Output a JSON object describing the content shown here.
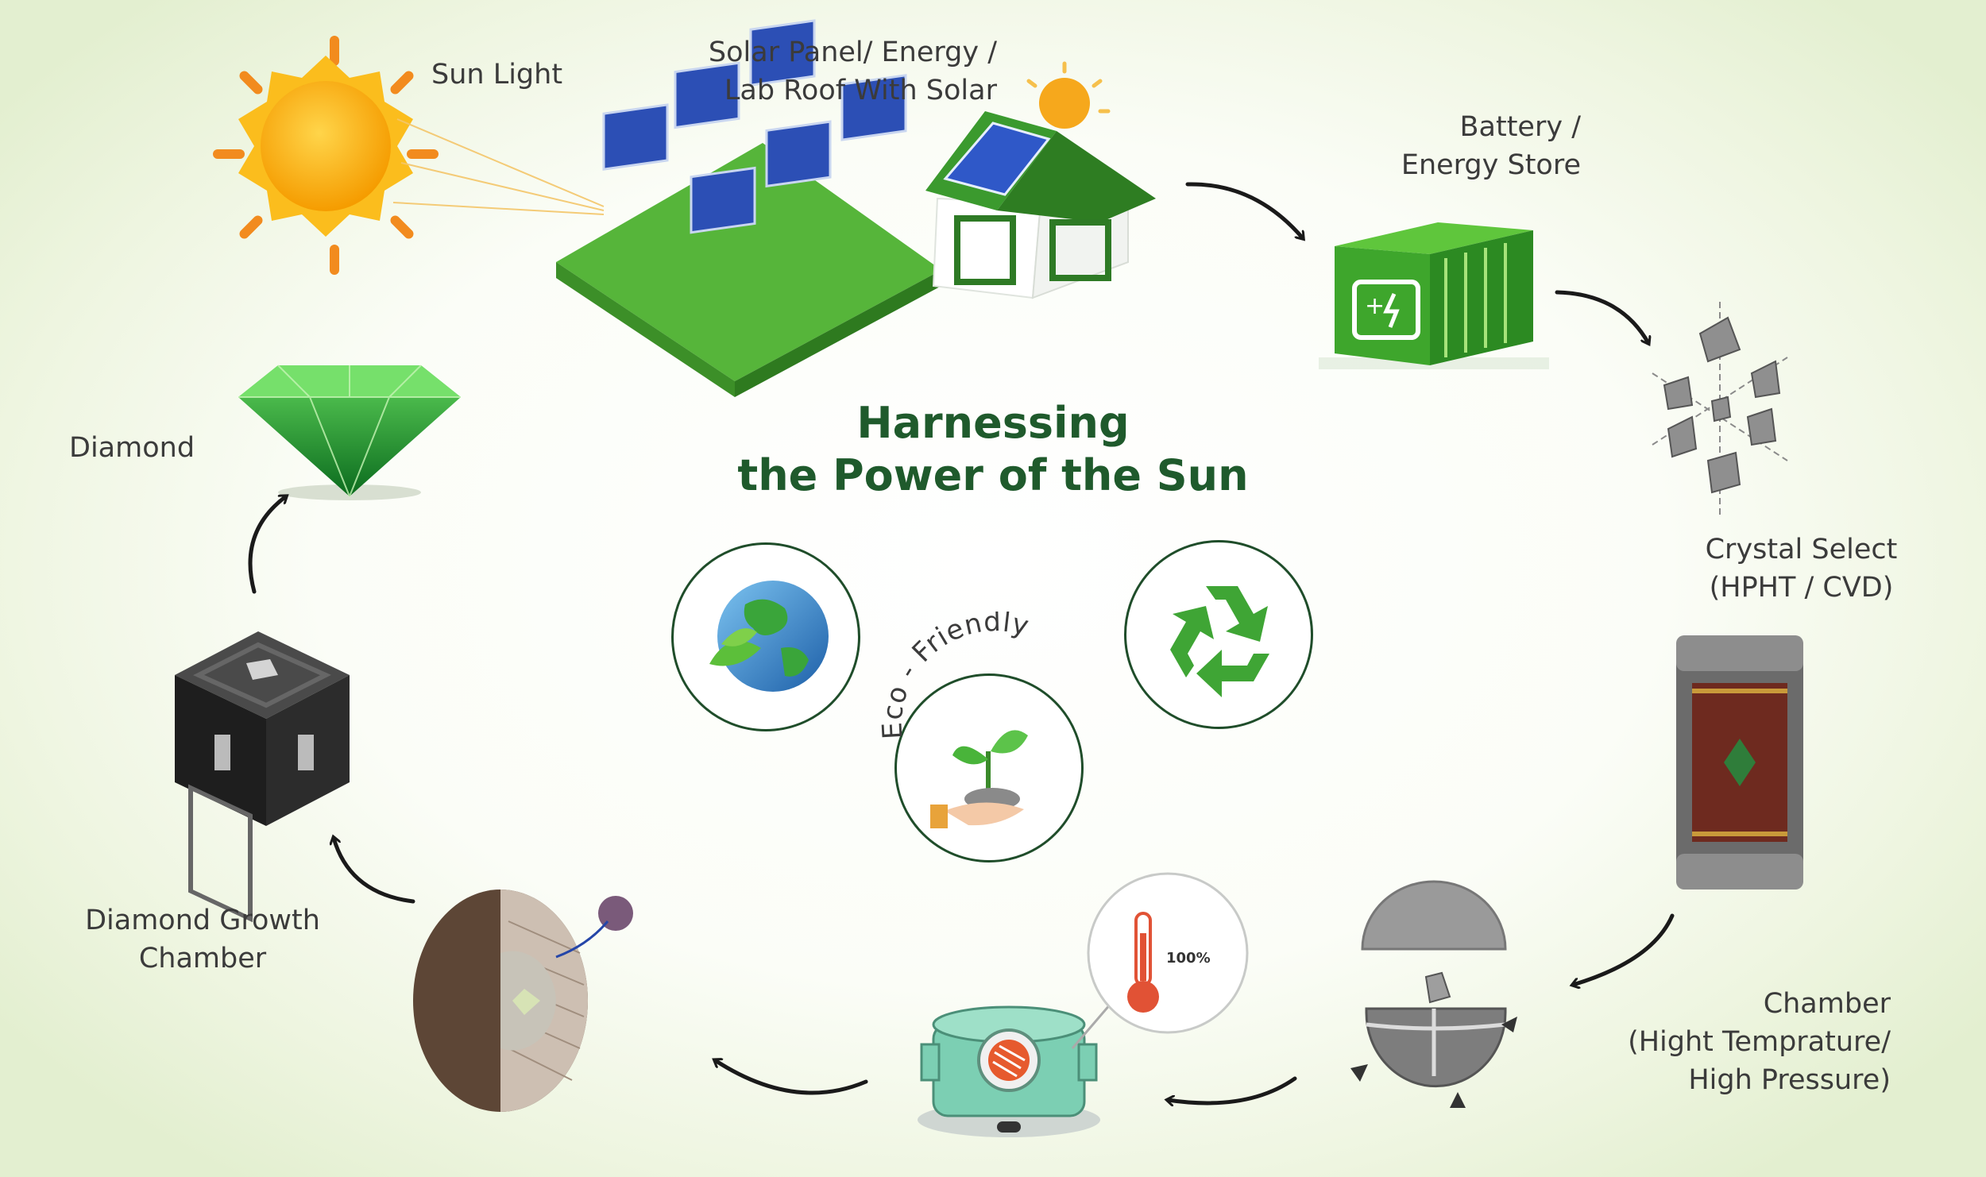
{
  "title": {
    "line1": "Harnessing",
    "line2": "the Power of the Sun"
  },
  "steps": [
    {
      "id": "sun",
      "icon": "sun-icon",
      "lines": [
        "Sun Light"
      ]
    },
    {
      "id": "solar",
      "icon": "solar-farm-house-icon",
      "lines": [
        "Solar Panel/ Energy /",
        "Lab Roof With Solar"
      ]
    },
    {
      "id": "battery",
      "icon": "battery-icon",
      "lines": [
        "Battery /",
        "Energy Store"
      ]
    },
    {
      "id": "crystal",
      "icon": "crystal-seeds-icon",
      "lines": [
        "Crystal Select",
        "(HPHT / CVD)"
      ]
    },
    {
      "id": "chamber",
      "icon": "press-chamber-icon",
      "lines": [
        "Chamber",
        "(Hight Temprature/",
        "High Pressure)"
      ]
    },
    {
      "id": "heater",
      "icon": "heating-unit-icon",
      "lines": []
    },
    {
      "id": "growth",
      "icon": "growth-chamber-sphere-icon",
      "lines": [
        "Diamond Growth",
        "Chamber"
      ]
    },
    {
      "id": "cube",
      "icon": "growth-cube-icon",
      "lines": []
    },
    {
      "id": "diamond",
      "icon": "diamond-icon",
      "lines": [
        "Diamond"
      ]
    }
  ],
  "gauge": {
    "value_label": "100%"
  },
  "center": {
    "eco_label": "Eco - Friendly"
  },
  "colors": {
    "title": "#1f5a2c",
    "ring": "#1f4d2a",
    "green": "#3fa535",
    "arrow": "#1a1a1a"
  }
}
